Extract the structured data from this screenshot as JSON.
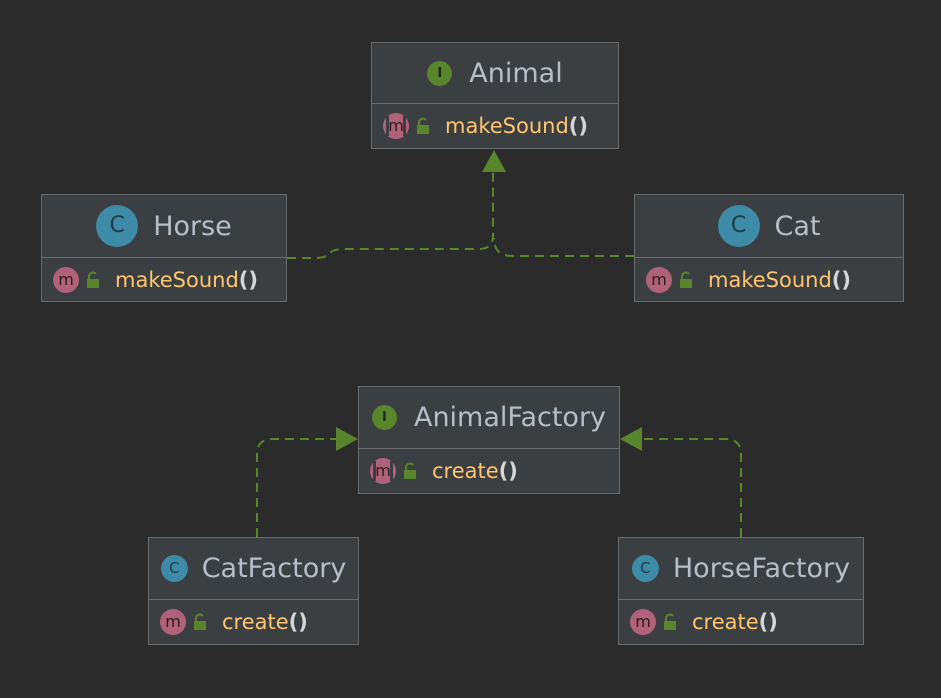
{
  "diagram": {
    "nodes": [
      {
        "id": "animal",
        "kind": "interface",
        "badge": "I",
        "name": "Animal",
        "method": {
          "badge": "m",
          "abstract": true,
          "name": "makeSound",
          "parens": "()"
        }
      },
      {
        "id": "horse",
        "kind": "class",
        "badge": "C",
        "name": "Horse",
        "method": {
          "badge": "m",
          "abstract": false,
          "name": "makeSound",
          "parens": "()"
        }
      },
      {
        "id": "cat",
        "kind": "class",
        "badge": "C",
        "name": "Cat",
        "method": {
          "badge": "m",
          "abstract": false,
          "name": "makeSound",
          "parens": "()"
        }
      },
      {
        "id": "animal-factory",
        "kind": "interface",
        "badge": "I",
        "name": "AnimalFactory",
        "method": {
          "badge": "m",
          "abstract": true,
          "name": "create",
          "parens": "()"
        }
      },
      {
        "id": "cat-factory",
        "kind": "class",
        "badge": "C",
        "name": "CatFactory",
        "method": {
          "badge": "m",
          "abstract": false,
          "name": "create",
          "parens": "()"
        }
      },
      {
        "id": "horse-factory",
        "kind": "class",
        "badge": "C",
        "name": "HorseFactory",
        "method": {
          "badge": "m",
          "abstract": false,
          "name": "create",
          "parens": "()"
        }
      }
    ],
    "edges": [
      {
        "from": "horse",
        "to": "animal",
        "type": "realization"
      },
      {
        "from": "cat",
        "to": "animal",
        "type": "realization"
      },
      {
        "from": "cat-factory",
        "to": "animal-factory",
        "type": "realization"
      },
      {
        "from": "horse-factory",
        "to": "animal-factory",
        "type": "realization"
      }
    ],
    "icons": {
      "interface": "interface-icon",
      "class": "class-icon",
      "method": "method-icon",
      "visibility": "public-lock-icon"
    },
    "colors": {
      "background": "#2b2b2b",
      "node_fill": "#3c3f41",
      "node_border": "#6b6b6b",
      "name_text": "#b6bfc9",
      "method_text": "#ffc66d",
      "interface_badge": "#59852d",
      "class_badge": "#3d8ba6",
      "method_badge": "#b0627a",
      "edge": "#59852d"
    }
  }
}
